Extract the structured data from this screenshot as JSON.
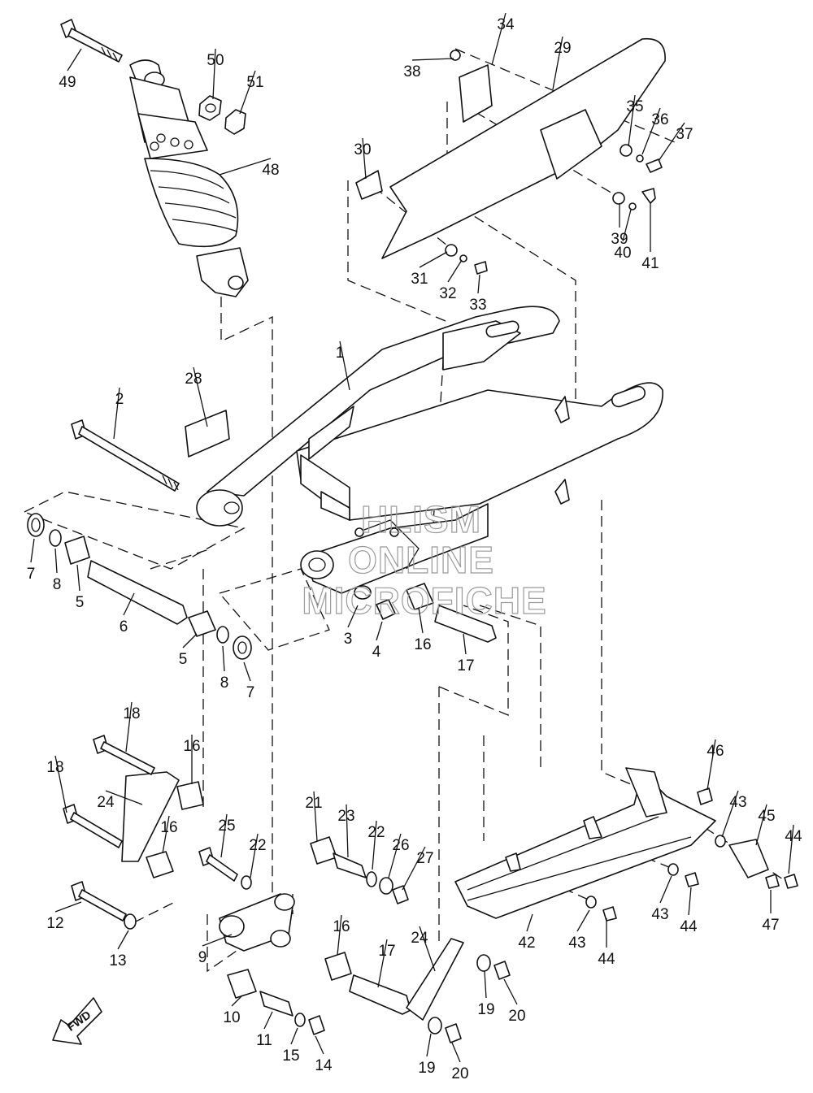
{
  "watermark": {
    "line1": "HLISM",
    "line2": "ONLINE",
    "line3": "MICROFICHE"
  },
  "direction_label": "FWD",
  "parts": [
    {
      "id": "1",
      "label": "1"
    },
    {
      "id": "2",
      "label": "2"
    },
    {
      "id": "3",
      "label": "3"
    },
    {
      "id": "4",
      "label": "4"
    },
    {
      "id": "5a",
      "label": "5"
    },
    {
      "id": "5b",
      "label": "5"
    },
    {
      "id": "6",
      "label": "6"
    },
    {
      "id": "7a",
      "label": "7"
    },
    {
      "id": "7b",
      "label": "7"
    },
    {
      "id": "8a",
      "label": "8"
    },
    {
      "id": "8b",
      "label": "8"
    },
    {
      "id": "9",
      "label": "9"
    },
    {
      "id": "10",
      "label": "10"
    },
    {
      "id": "11",
      "label": "11"
    },
    {
      "id": "12",
      "label": "12"
    },
    {
      "id": "13",
      "label": "13"
    },
    {
      "id": "14",
      "label": "14"
    },
    {
      "id": "15",
      "label": "15"
    },
    {
      "id": "16a",
      "label": "16"
    },
    {
      "id": "16b",
      "label": "16"
    },
    {
      "id": "16c",
      "label": "16"
    },
    {
      "id": "16d",
      "label": "16"
    },
    {
      "id": "17a",
      "label": "17"
    },
    {
      "id": "17b",
      "label": "17"
    },
    {
      "id": "18a",
      "label": "18"
    },
    {
      "id": "18b",
      "label": "18"
    },
    {
      "id": "19a",
      "label": "19"
    },
    {
      "id": "19b",
      "label": "19"
    },
    {
      "id": "20a",
      "label": "20"
    },
    {
      "id": "20b",
      "label": "20"
    },
    {
      "id": "21",
      "label": "21"
    },
    {
      "id": "22a",
      "label": "22"
    },
    {
      "id": "22b",
      "label": "22"
    },
    {
      "id": "23",
      "label": "23"
    },
    {
      "id": "24a",
      "label": "24"
    },
    {
      "id": "24b",
      "label": "24"
    },
    {
      "id": "25",
      "label": "25"
    },
    {
      "id": "26",
      "label": "26"
    },
    {
      "id": "27",
      "label": "27"
    },
    {
      "id": "28",
      "label": "28"
    },
    {
      "id": "29",
      "label": "29"
    },
    {
      "id": "30",
      "label": "30"
    },
    {
      "id": "31",
      "label": "31"
    },
    {
      "id": "32",
      "label": "32"
    },
    {
      "id": "33",
      "label": "33"
    },
    {
      "id": "34",
      "label": "34"
    },
    {
      "id": "35",
      "label": "35"
    },
    {
      "id": "36",
      "label": "36"
    },
    {
      "id": "37",
      "label": "37"
    },
    {
      "id": "38",
      "label": "38"
    },
    {
      "id": "39",
      "label": "39"
    },
    {
      "id": "40",
      "label": "40"
    },
    {
      "id": "41",
      "label": "41"
    },
    {
      "id": "42",
      "label": "42"
    },
    {
      "id": "43a",
      "label": "43"
    },
    {
      "id": "43b",
      "label": "43"
    },
    {
      "id": "43c",
      "label": "43"
    },
    {
      "id": "44a",
      "label": "44"
    },
    {
      "id": "44b",
      "label": "44"
    },
    {
      "id": "44c",
      "label": "44"
    },
    {
      "id": "45",
      "label": "45"
    },
    {
      "id": "46",
      "label": "46"
    },
    {
      "id": "47",
      "label": "47"
    },
    {
      "id": "48",
      "label": "48"
    },
    {
      "id": "49",
      "label": "49"
    },
    {
      "id": "50",
      "label": "50"
    },
    {
      "id": "51",
      "label": "51"
    }
  ]
}
